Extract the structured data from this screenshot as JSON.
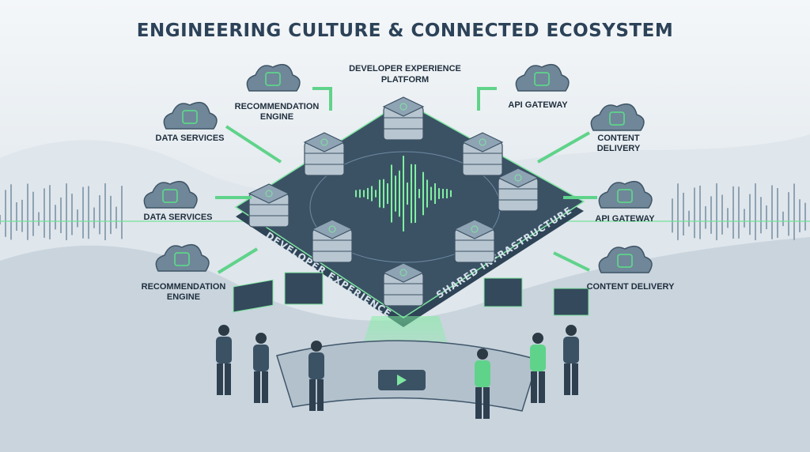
{
  "title": "ENGINEERING CULTURE & CONNECTED ECOSYSTEM",
  "platform_label": [
    "DEVELOPER EXPERIENCE",
    "PLATFORM"
  ],
  "platform_edges": {
    "left": "DEVELOPER EXPERIENCE",
    "right": "SHARED INFRASTRUCTURE"
  },
  "services": [
    {
      "label": [
        "RECOMMENDATION",
        "ENGINE"
      ],
      "icon": "bar-chart-icon"
    },
    {
      "label": [
        "DATA SERVICES"
      ],
      "icon": "database-icon"
    },
    {
      "label": [
        "DATA SERVICES"
      ],
      "icon": "waveform-icon"
    },
    {
      "label": [
        "RECOMMENDATION",
        "ENGINE"
      ],
      "icon": "chart-icon"
    },
    {
      "label": [
        "API GATEWAY"
      ],
      "icon": "shuffle-icon"
    },
    {
      "label": [
        "CONTENT",
        "DELIVERY"
      ],
      "icon": "truck-icon"
    },
    {
      "label": [
        "API GATEWAY"
      ],
      "icon": "circuit-icon"
    },
    {
      "label": [
        "CONTENT DELIVERY"
      ],
      "icon": "arrow-right-icon"
    }
  ],
  "colors": {
    "accent": "#5fd38a",
    "platform": "#3b5265",
    "title": "#2c4258"
  }
}
